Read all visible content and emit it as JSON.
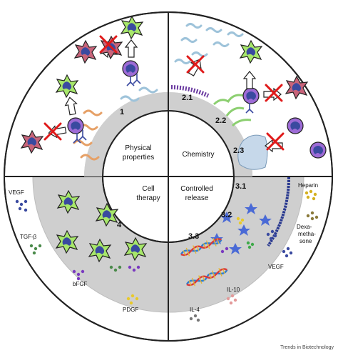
{
  "quadrants": {
    "physical": [
      "Physical",
      "properties"
    ],
    "chemistry": [
      "Chemistry"
    ],
    "cell_therapy": [
      "Cell",
      "therapy"
    ],
    "controlled_release": [
      "Controlled",
      "release"
    ]
  },
  "numbers": [
    "1",
    "2.1",
    "2.2",
    "2.3",
    "3.1",
    "3.2",
    "3.3",
    "4"
  ],
  "factors": {
    "vegf_left": "VEGF",
    "tgf": "TGF-β",
    "bfgf": "bFGF",
    "pdgf": "PDGF",
    "heparin": "Heparin",
    "dexa": [
      "Dexa-",
      "metha-",
      "sone"
    ],
    "vegf_right": "VEGF",
    "il10": "IL-10",
    "il4": "IL-4"
  },
  "credit": "Trends in Biotechnology",
  "colors": {
    "macrophage_red": "#c8647a",
    "macrophage_green": "#a7e76a",
    "lymphocyte_purple": "#9d6bd6",
    "nucleus_blue": "#3a4aa0",
    "implant_gray": "#cfcfcf",
    "fiber_blue": "#9ec3da",
    "fiber_orange": "#e6a066",
    "fiber_green": "#8ccf70",
    "block_x": "#e01a1a"
  }
}
